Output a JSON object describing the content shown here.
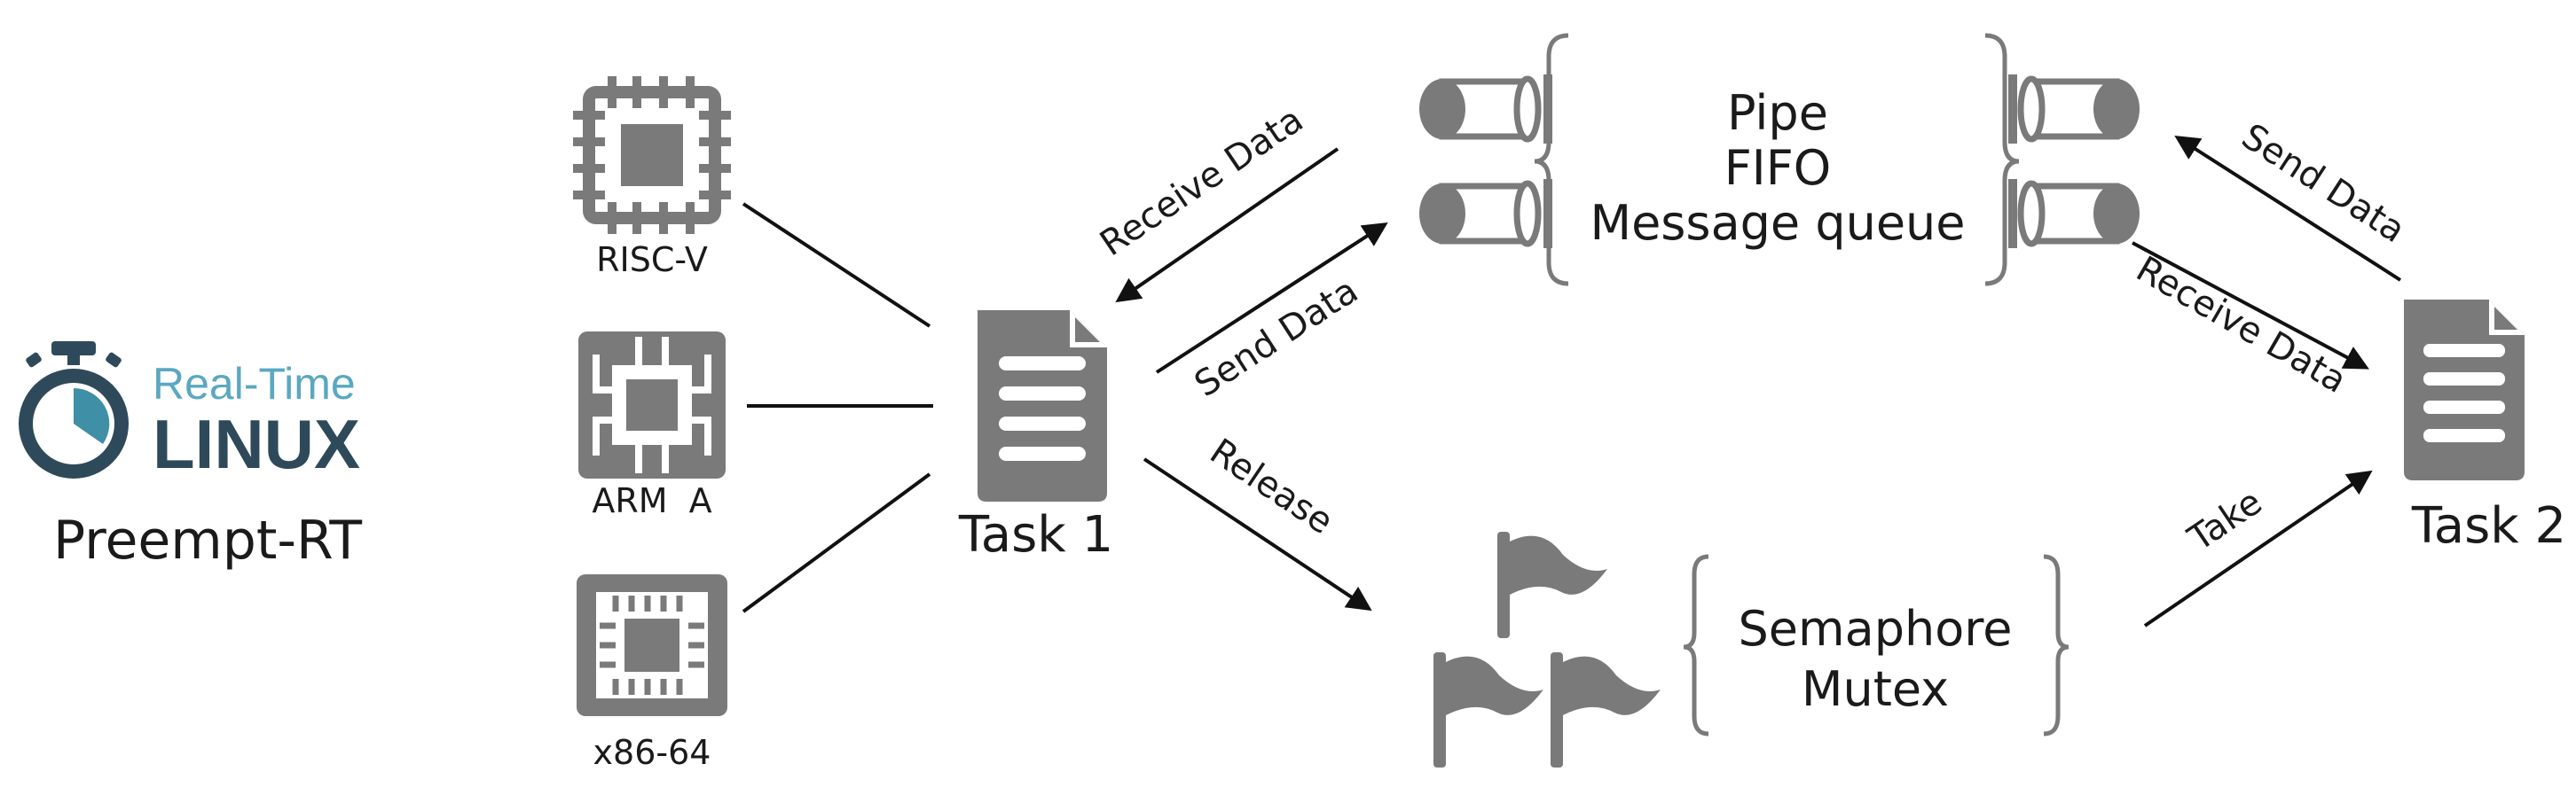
{
  "logo": {
    "line1": "Real-Time",
    "line2": "LINUX",
    "caption": "Preempt-RT"
  },
  "chips": [
    {
      "label": "RISC-V"
    },
    {
      "label": "ARM  A"
    },
    {
      "label": "x86-64"
    }
  ],
  "tasks": {
    "task1": "Task 1",
    "task2": "Task 2"
  },
  "ipc": {
    "lines": [
      "Pipe",
      "FIFO",
      "Message queue"
    ]
  },
  "sync": {
    "lines": [
      "Semaphore",
      "Mutex"
    ]
  },
  "arrows": {
    "task1_receive": "Receive Data",
    "task1_send": "Send Data",
    "task1_release": "Release",
    "task2_send": "Send Data",
    "task2_receive": "Receive Data",
    "task2_take": "Take"
  },
  "colors": {
    "icon_gray": "#7a7a7a",
    "logo_teal": "#3f8fa6",
    "logo_dark": "#2e4a5a",
    "logo_light": "#8ecbd9"
  }
}
